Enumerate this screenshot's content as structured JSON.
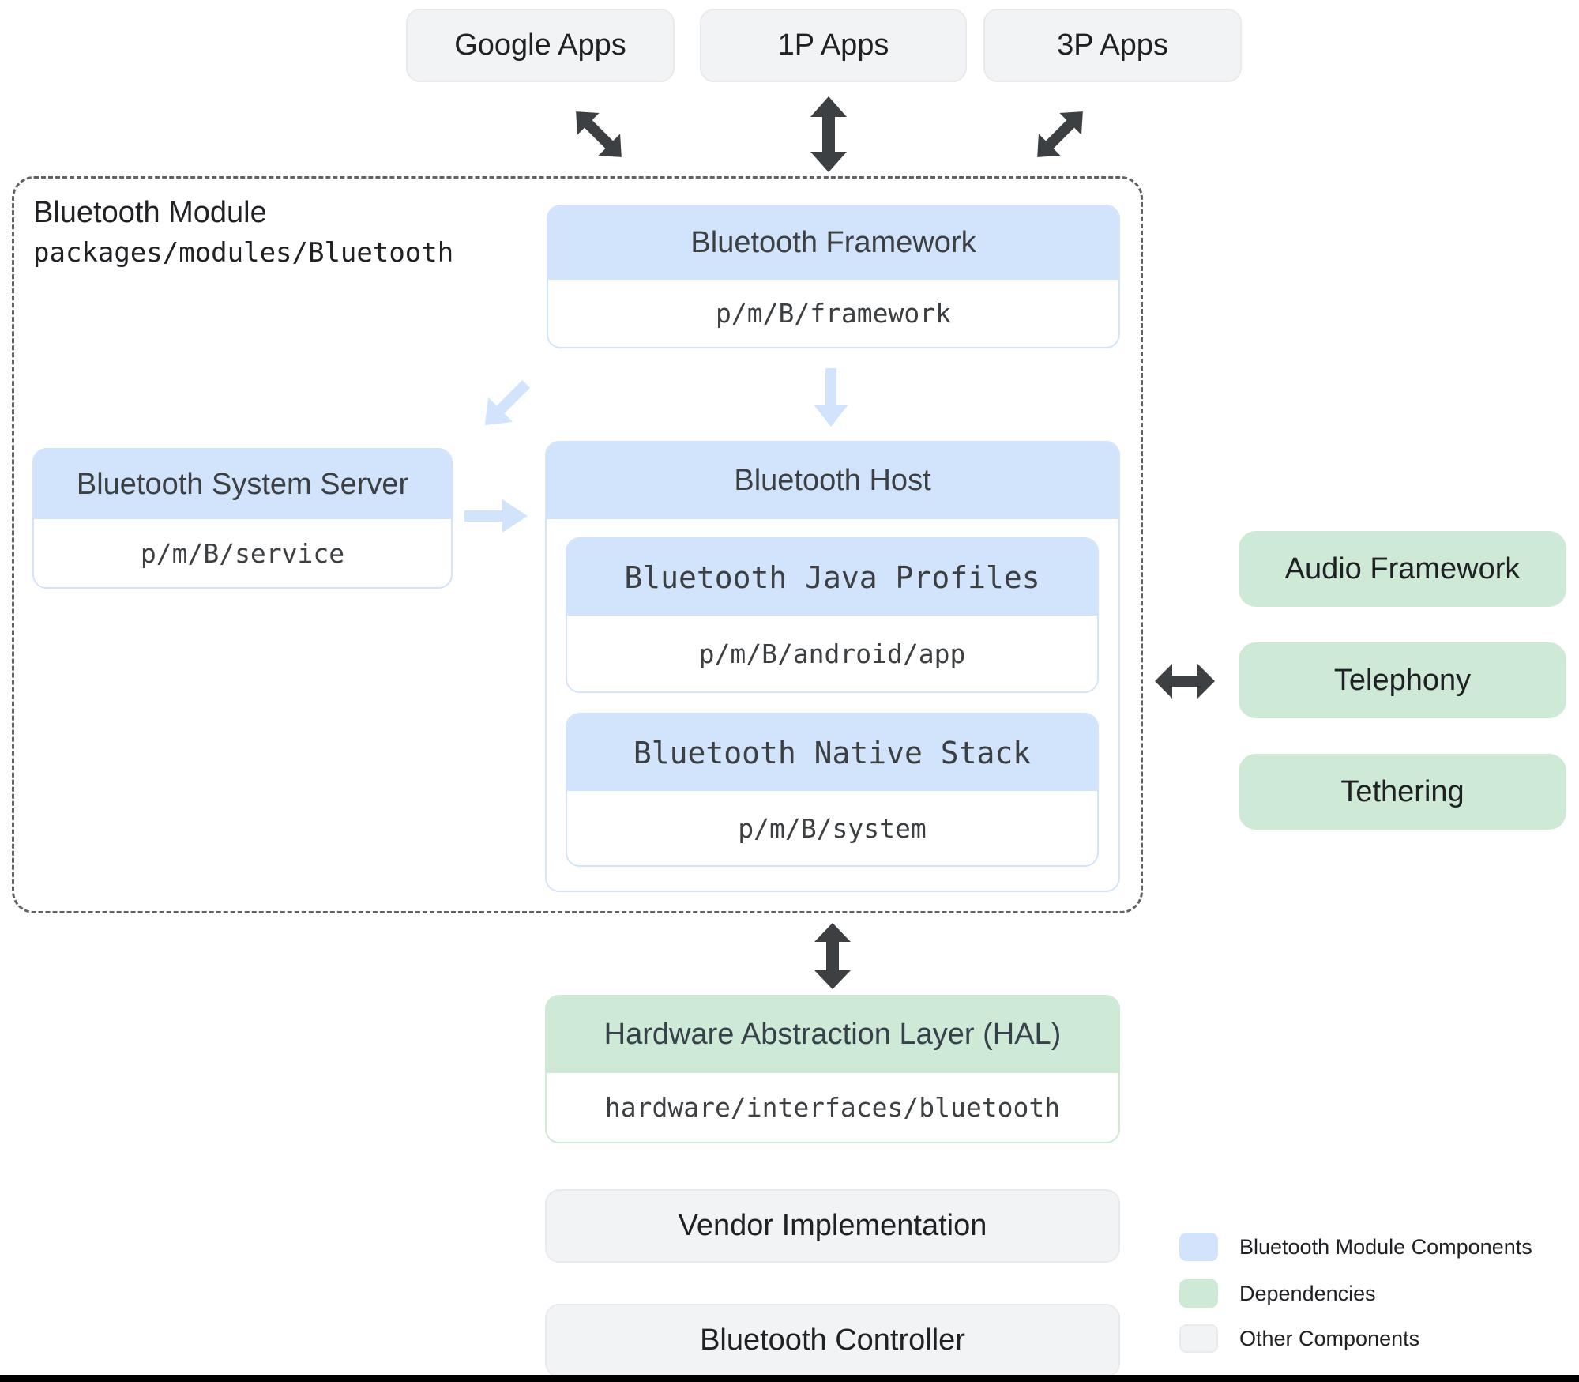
{
  "colors": {
    "module_component_blue": "#d2e3fc",
    "dependency_green": "#ceead6",
    "other_component_gray": "#f1f3f4",
    "arrow_dark": "#3c4043"
  },
  "top_apps": {
    "google": "Google Apps",
    "first_party": "1P Apps",
    "third_party": "3P Apps"
  },
  "bluetooth_module": {
    "title": "Bluetooth Module",
    "path": "packages/modules/Bluetooth",
    "framework": {
      "title": "Bluetooth Framework",
      "path": "p/m/B/framework"
    },
    "system_server": {
      "title": "Bluetooth System Server",
      "path": "p/m/B/service"
    },
    "host": {
      "title": "Bluetooth Host",
      "java_profiles": {
        "title": "Bluetooth Java Profiles",
        "path": "p/m/B/android/app"
      },
      "native_stack": {
        "title": "Bluetooth Native Stack",
        "path": "p/m/B/system"
      }
    }
  },
  "dependencies": {
    "audio": "Audio Framework",
    "telephony": "Telephony",
    "tethering": "Tethering"
  },
  "hal": {
    "title": "Hardware Abstraction Layer (HAL)",
    "path": "hardware/interfaces/bluetooth"
  },
  "other_components": {
    "vendor": "Vendor Implementation",
    "controller": "Bluetooth Controller"
  },
  "legend": {
    "module_components": {
      "label": "Bluetooth Module Components",
      "color": "#d2e3fc"
    },
    "dependencies": {
      "label": "Dependencies",
      "color": "#ceead6"
    },
    "other_components": {
      "label": "Other Components",
      "color": "#f1f3f4"
    }
  }
}
